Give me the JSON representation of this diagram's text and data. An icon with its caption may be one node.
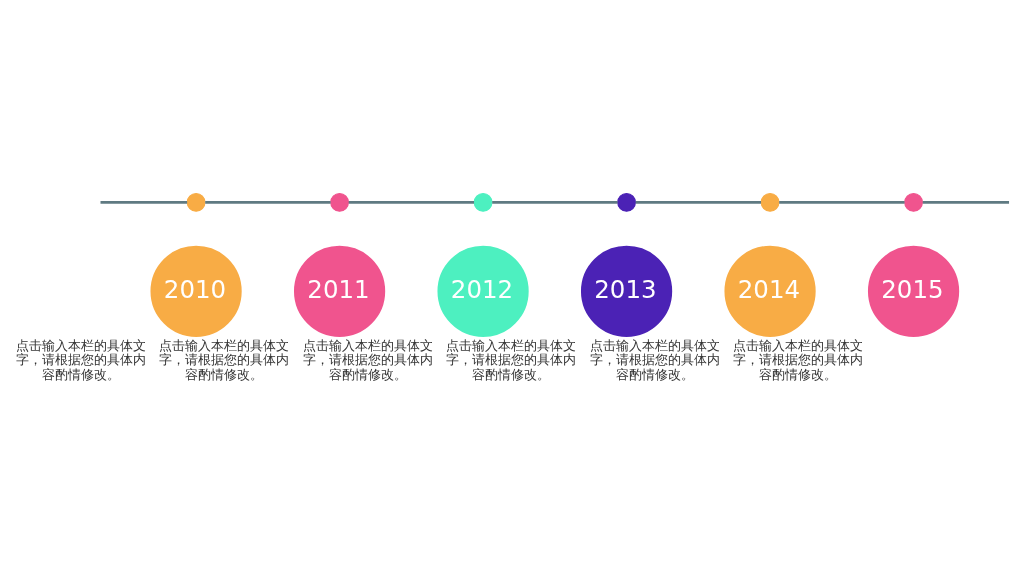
{
  "diagram": {
    "nodes": [
      {
        "text": [
          "2010"
        ],
        "beside": [
          "点击输入本栏的具体文字，请根据您的具体内容酌情修改。"
        ]
      },
      {
        "text": [
          "2011"
        ],
        "beside": [
          "点击输入本栏的具体文字，请根据您的具体内容酌情修改。"
        ]
      },
      {
        "text": [
          "2012"
        ],
        "beside": [
          "点击输入本栏的具体文字，请根据您的具体内容酌情修改。"
        ]
      },
      {
        "text": [
          "2013"
        ],
        "beside": [
          "点击输入本栏的具体文字，请根据您的具体内容酌情修改。"
        ]
      },
      {
        "text": [
          "2014"
        ],
        "beside": [
          "点击输入本栏的具体文字，请根据您的具体内容酌情修改。"
        ]
      },
      {
        "text": [
          "2015"
        ],
        "beside": [
          "点击输入本栏的具体文字，请根据您的具体内容酌情修改。"
        ]
      },
      {
        "text": [],
        "shape": "circle"
      },
      {
        "text": [],
        "shape": "circle"
      },
      {
        "text": [],
        "shape": "circle"
      },
      {
        "text": [],
        "shape": "circle"
      },
      {
        "text": [],
        "shape": "circle"
      },
      {
        "text": [],
        "shape": "circle"
      }
    ],
    "edges": [
      {
        "from": null,
        "to": 6,
        "arrow": "none"
      },
      {
        "from": 6,
        "to": 7,
        "arrow": "none"
      },
      {
        "from": 7,
        "to": 8,
        "arrow": "none"
      },
      {
        "from": 8,
        "to": 9,
        "arrow": "none"
      },
      {
        "from": 9,
        "to": 10,
        "arrow": "none"
      },
      {
        "from": 10,
        "to": 11,
        "arrow": "none"
      },
      {
        "from": 11,
        "to": null,
        "arrow": "none"
      }
    ]
  }
}
